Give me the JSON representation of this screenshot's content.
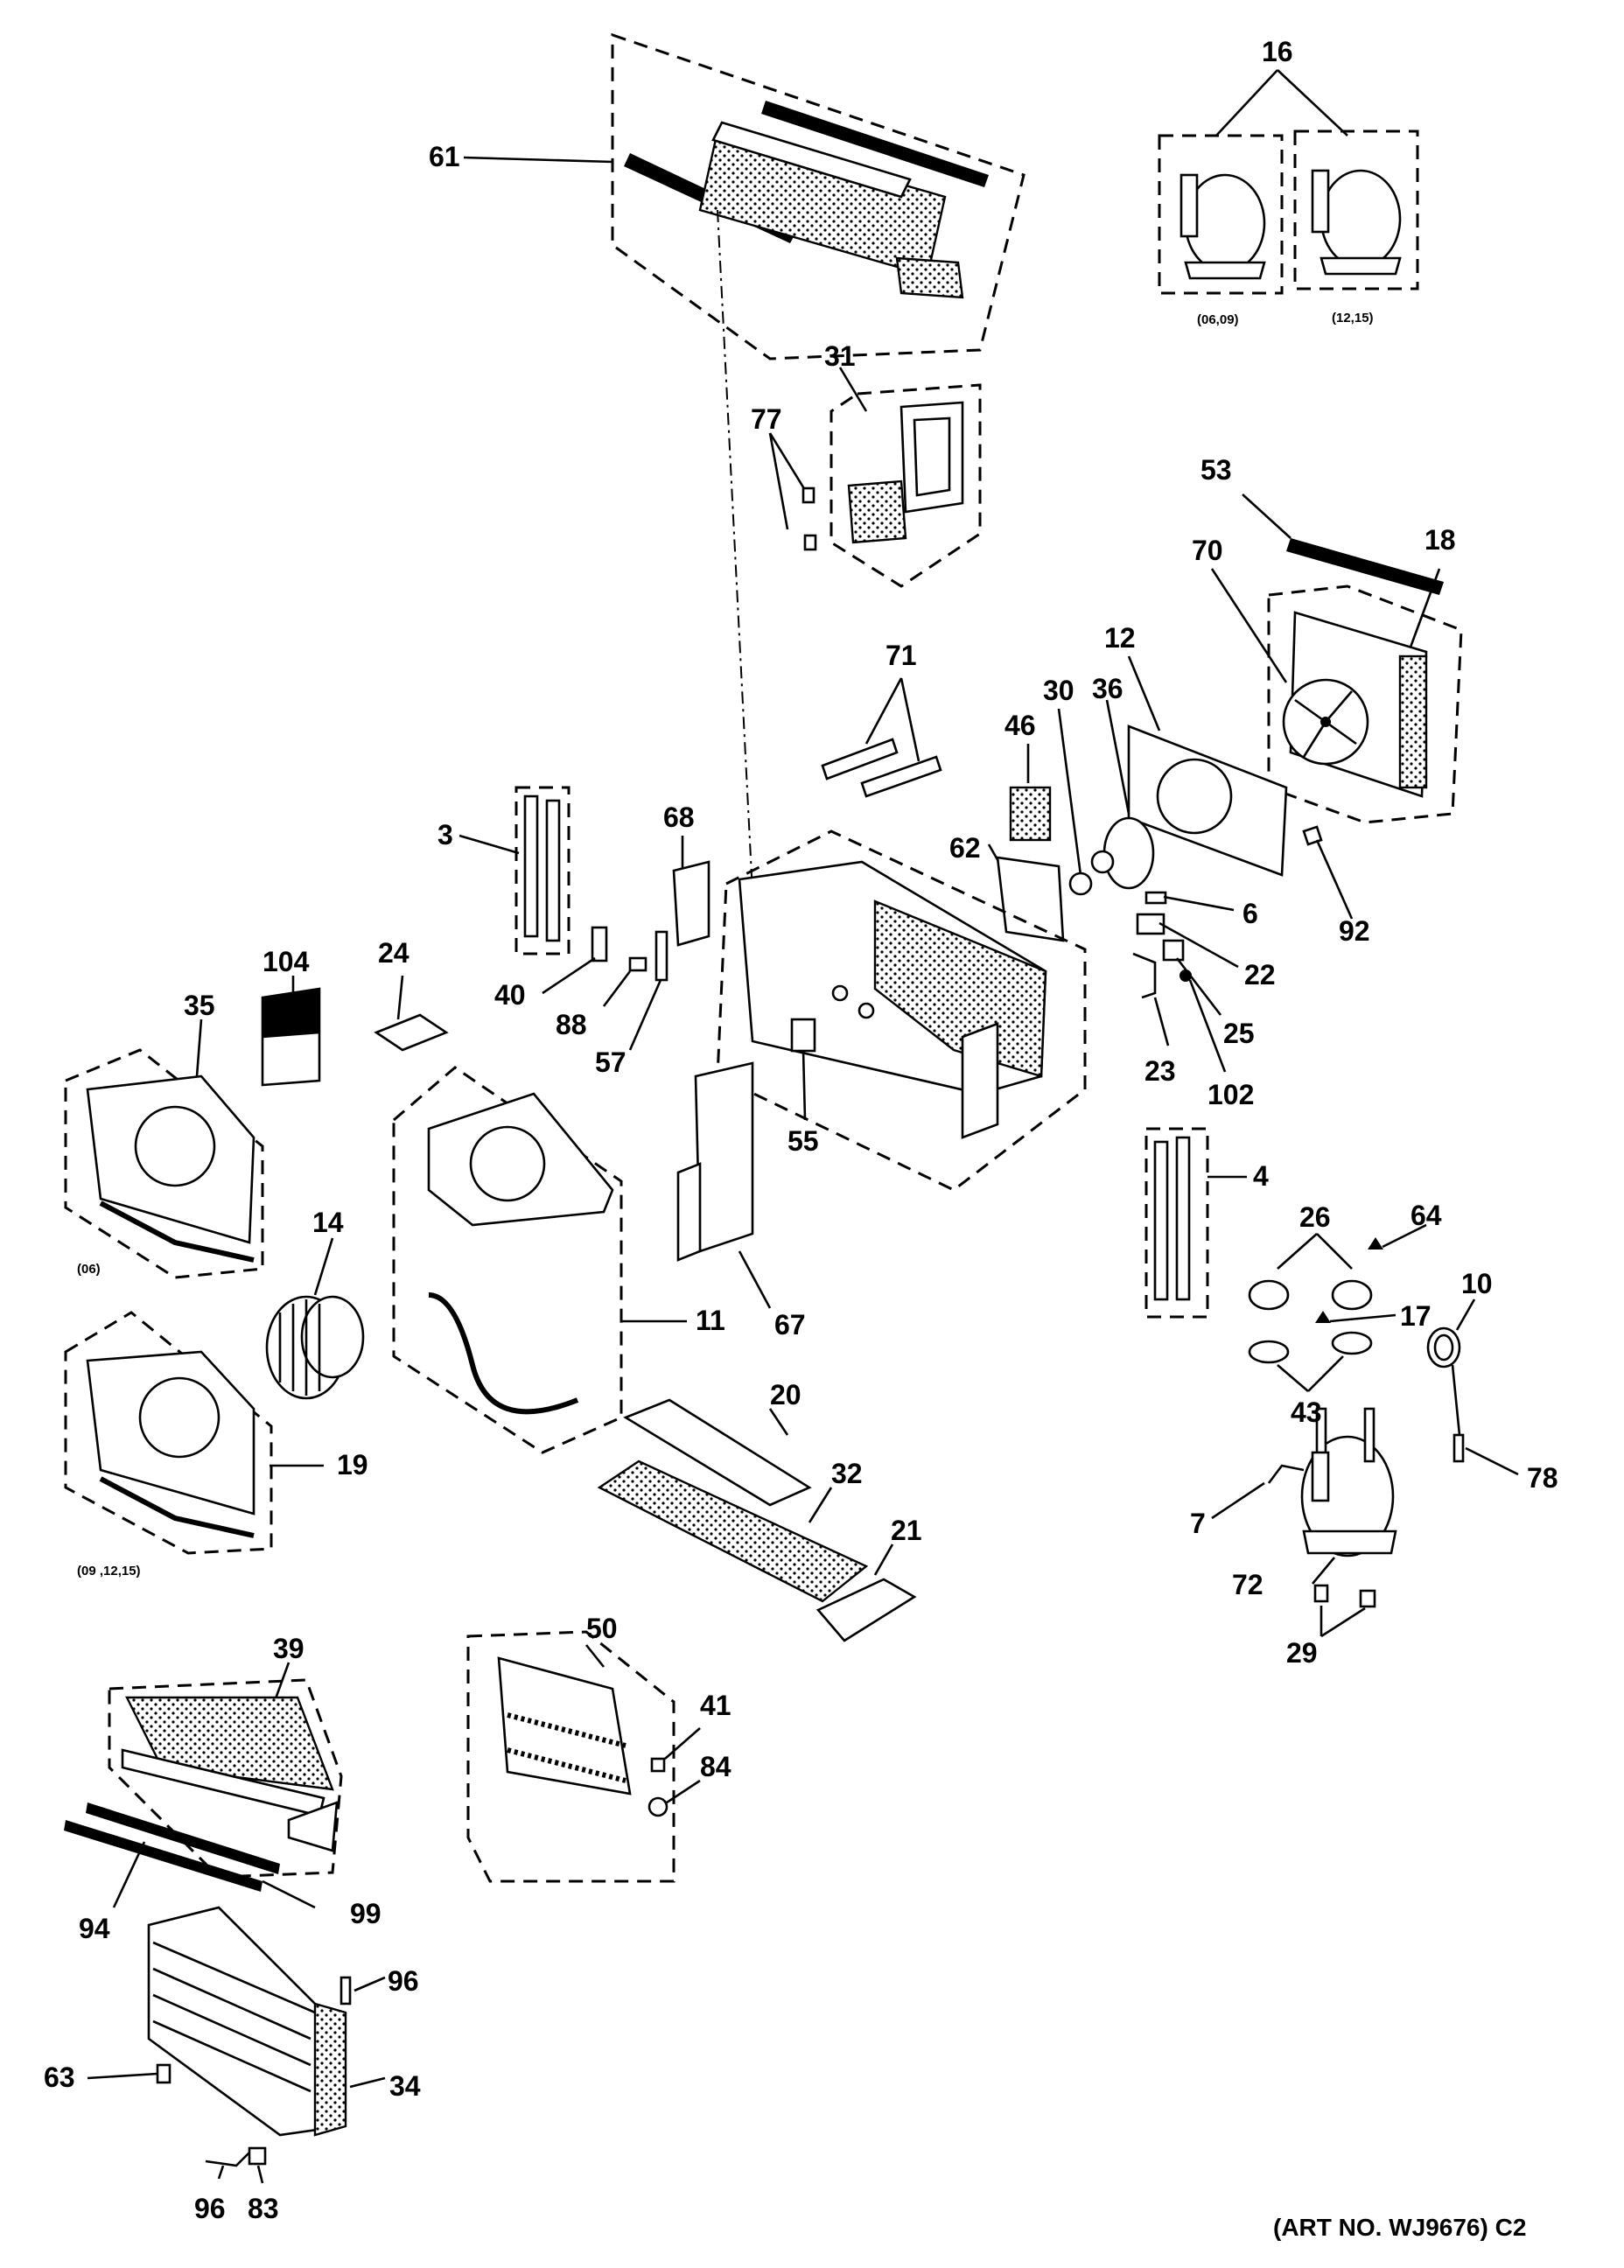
{
  "labels": {
    "n1": "61",
    "n2": "16",
    "n3": "31",
    "n4": "77",
    "n5": "53",
    "n6": "70",
    "n7": "18",
    "n8": "71",
    "n9": "12",
    "n10": "46",
    "n11": "30",
    "n12": "36",
    "n13": "3",
    "n14": "68",
    "n15": "62",
    "n16": "6",
    "n17": "92",
    "n18": "22",
    "n19": "25",
    "n20": "23",
    "n21": "102",
    "n22": "104",
    "n23": "24",
    "n24": "35",
    "n25": "40",
    "n26": "88",
    "n27": "57",
    "n28": "55",
    "n29": "4",
    "n30": "26",
    "n31": "64",
    "n32": "14",
    "n33": "11",
    "n34": "67",
    "n35": "17",
    "n36": "10",
    "n37": "43",
    "n38": "19",
    "n39": "20",
    "n40": "32",
    "n41": "7",
    "n42": "78",
    "n43": "72",
    "n44": "21",
    "n45": "29",
    "n46": "50",
    "n47": "39",
    "n48": "41",
    "n49": "84",
    "n50": "99",
    "n51": "94",
    "n52": "96",
    "n53": "34",
    "n54": "63",
    "n55": "96",
    "n56": "83"
  },
  "variants": {
    "compressor_left": "(06,09)",
    "compressor_right": "(12,15)",
    "scroll_06": "(06)",
    "scroll_09_12_15": "(09 ,12,15)"
  },
  "art_number": "(ART NO. WJ9676) C2"
}
